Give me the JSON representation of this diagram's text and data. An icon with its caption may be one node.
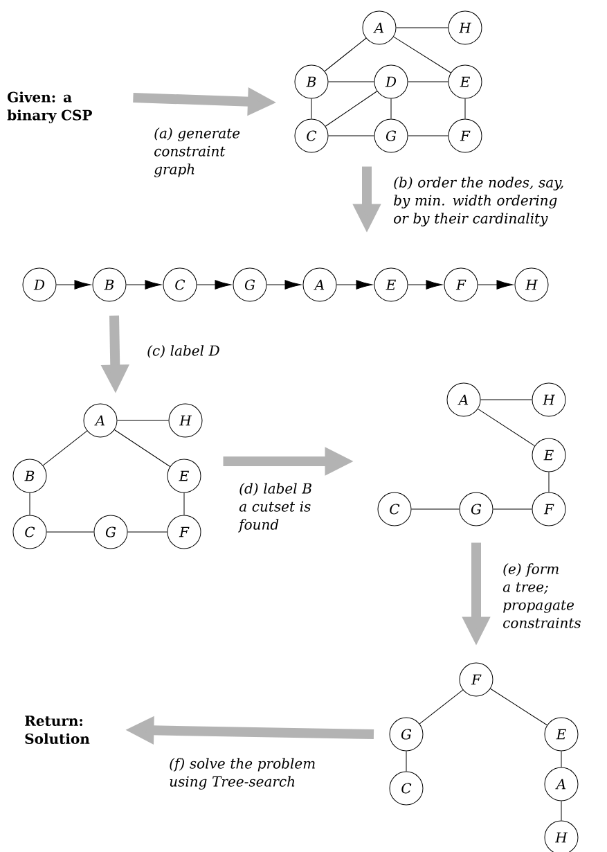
{
  "diagram": {
    "nodes": [
      {
        "text": [
          "Given: a binary CSP"
        ]
      },
      {
        "text": [
          "A"
        ]
      },
      {
        "text": [
          "H"
        ]
      },
      {
        "text": [
          "B"
        ]
      },
      {
        "text": [
          "D"
        ]
      },
      {
        "text": [
          "E"
        ]
      },
      {
        "text": [
          "C"
        ]
      },
      {
        "text": [
          "G"
        ]
      },
      {
        "text": [
          "F"
        ]
      },
      {
        "text": [
          "D"
        ]
      },
      {
        "text": [
          "B"
        ]
      },
      {
        "text": [
          "C"
        ]
      },
      {
        "text": [
          "G"
        ]
      },
      {
        "text": [
          "A"
        ]
      },
      {
        "text": [
          "E"
        ]
      },
      {
        "text": [
          "F"
        ]
      },
      {
        "text": [
          "H"
        ]
      },
      {
        "text": [
          "A"
        ]
      },
      {
        "text": [
          "H"
        ]
      },
      {
        "text": [
          "B"
        ]
      },
      {
        "text": [
          "E"
        ]
      },
      {
        "text": [
          "C"
        ]
      },
      {
        "text": [
          "G"
        ]
      },
      {
        "text": [
          "F"
        ]
      },
      {
        "text": [
          "A"
        ]
      },
      {
        "text": [
          "H"
        ]
      },
      {
        "text": [
          "E"
        ]
      },
      {
        "text": [
          "C"
        ]
      },
      {
        "text": [
          "G"
        ]
      },
      {
        "text": [
          "F"
        ]
      },
      {
        "text": [
          "F"
        ]
      },
      {
        "text": [
          "G"
        ]
      },
      {
        "text": [
          "E"
        ]
      },
      {
        "text": [
          "C"
        ]
      },
      {
        "text": [
          "A"
        ]
      },
      {
        "text": [
          "H"
        ]
      },
      {
        "text": [
          "Return: Solution"
        ]
      }
    ],
    "edges": [
      {
        "from": 1,
        "to": 2,
        "arrow": "none"
      },
      {
        "from": 1,
        "to": 3,
        "arrow": "none"
      },
      {
        "from": 1,
        "to": 5,
        "arrow": "none"
      },
      {
        "from": 3,
        "to": 4,
        "arrow": "none"
      },
      {
        "from": 4,
        "to": 5,
        "arrow": "none"
      },
      {
        "from": 3,
        "to": 6,
        "arrow": "none"
      },
      {
        "from": 4,
        "to": 6,
        "arrow": "none"
      },
      {
        "from": 4,
        "to": 7,
        "arrow": "none"
      },
      {
        "from": 5,
        "to": 8,
        "arrow": "none"
      },
      {
        "from": 6,
        "to": 7,
        "arrow": "none"
      },
      {
        "from": 7,
        "to": 8,
        "arrow": "none"
      },
      {
        "from": 9,
        "to": 10,
        "arrow": "to"
      },
      {
        "from": 10,
        "to": 11,
        "arrow": "to"
      },
      {
        "from": 11,
        "to": 12,
        "arrow": "to"
      },
      {
        "from": 12,
        "to": 13,
        "arrow": "to"
      },
      {
        "from": 13,
        "to": 14,
        "arrow": "to"
      },
      {
        "from": 14,
        "to": 15,
        "arrow": "to"
      },
      {
        "from": 15,
        "to": 16,
        "arrow": "to"
      },
      {
        "from": 17,
        "to": 18,
        "arrow": "none"
      },
      {
        "from": 17,
        "to": 19,
        "arrow": "none"
      },
      {
        "from": 17,
        "to": 20,
        "arrow": "none"
      },
      {
        "from": 19,
        "to": 21,
        "arrow": "none"
      },
      {
        "from": 20,
        "to": 23,
        "arrow": "none"
      },
      {
        "from": 21,
        "to": 22,
        "arrow": "none"
      },
      {
        "from": 22,
        "to": 23,
        "arrow": "none"
      },
      {
        "from": 24,
        "to": 25,
        "arrow": "none"
      },
      {
        "from": 24,
        "to": 26,
        "arrow": "none"
      },
      {
        "from": 26,
        "to": 29,
        "arrow": "none"
      },
      {
        "from": 27,
        "to": 28,
        "arrow": "none"
      },
      {
        "from": 28,
        "to": 29,
        "arrow": "none"
      },
      {
        "from": 30,
        "to": 31,
        "arrow": "none"
      },
      {
        "from": 30,
        "to": 32,
        "arrow": "none"
      },
      {
        "from": 31,
        "to": 33,
        "arrow": "none"
      },
      {
        "from": 32,
        "to": 34,
        "arrow": "none"
      },
      {
        "from": 34,
        "to": 35,
        "arrow": "none"
      },
      {
        "from": 0,
        "to": null,
        "arrow": "to",
        "label": "(a) generate constraint graph",
        "style": "thick",
        "color": "#b3b3b3"
      },
      {
        "from": 7,
        "to": 14,
        "arrow": "to",
        "label": "(b) order the nodes, say, by min. width ordering or by their cardinality",
        "style": "thick",
        "color": "#b3b3b3"
      },
      {
        "from": 10,
        "to": 17,
        "arrow": "to",
        "label": "(c) label D",
        "style": "thick",
        "color": "#b3b3b3"
      },
      {
        "from": 20,
        "to": 27,
        "arrow": "to",
        "label": "(d) label B a cutset is found",
        "style": "thick",
        "color": "#b3b3b3"
      },
      {
        "from": 28,
        "to": 30,
        "arrow": "to",
        "label": "(e) form a tree; propagate constraints",
        "style": "thick",
        "color": "#b3b3b3"
      },
      {
        "from": null,
        "to": 36,
        "arrow": "to",
        "label": "(f) solve the problem using Tree-search",
        "style": "thick",
        "color": "#b3b3b3"
      }
    ]
  }
}
